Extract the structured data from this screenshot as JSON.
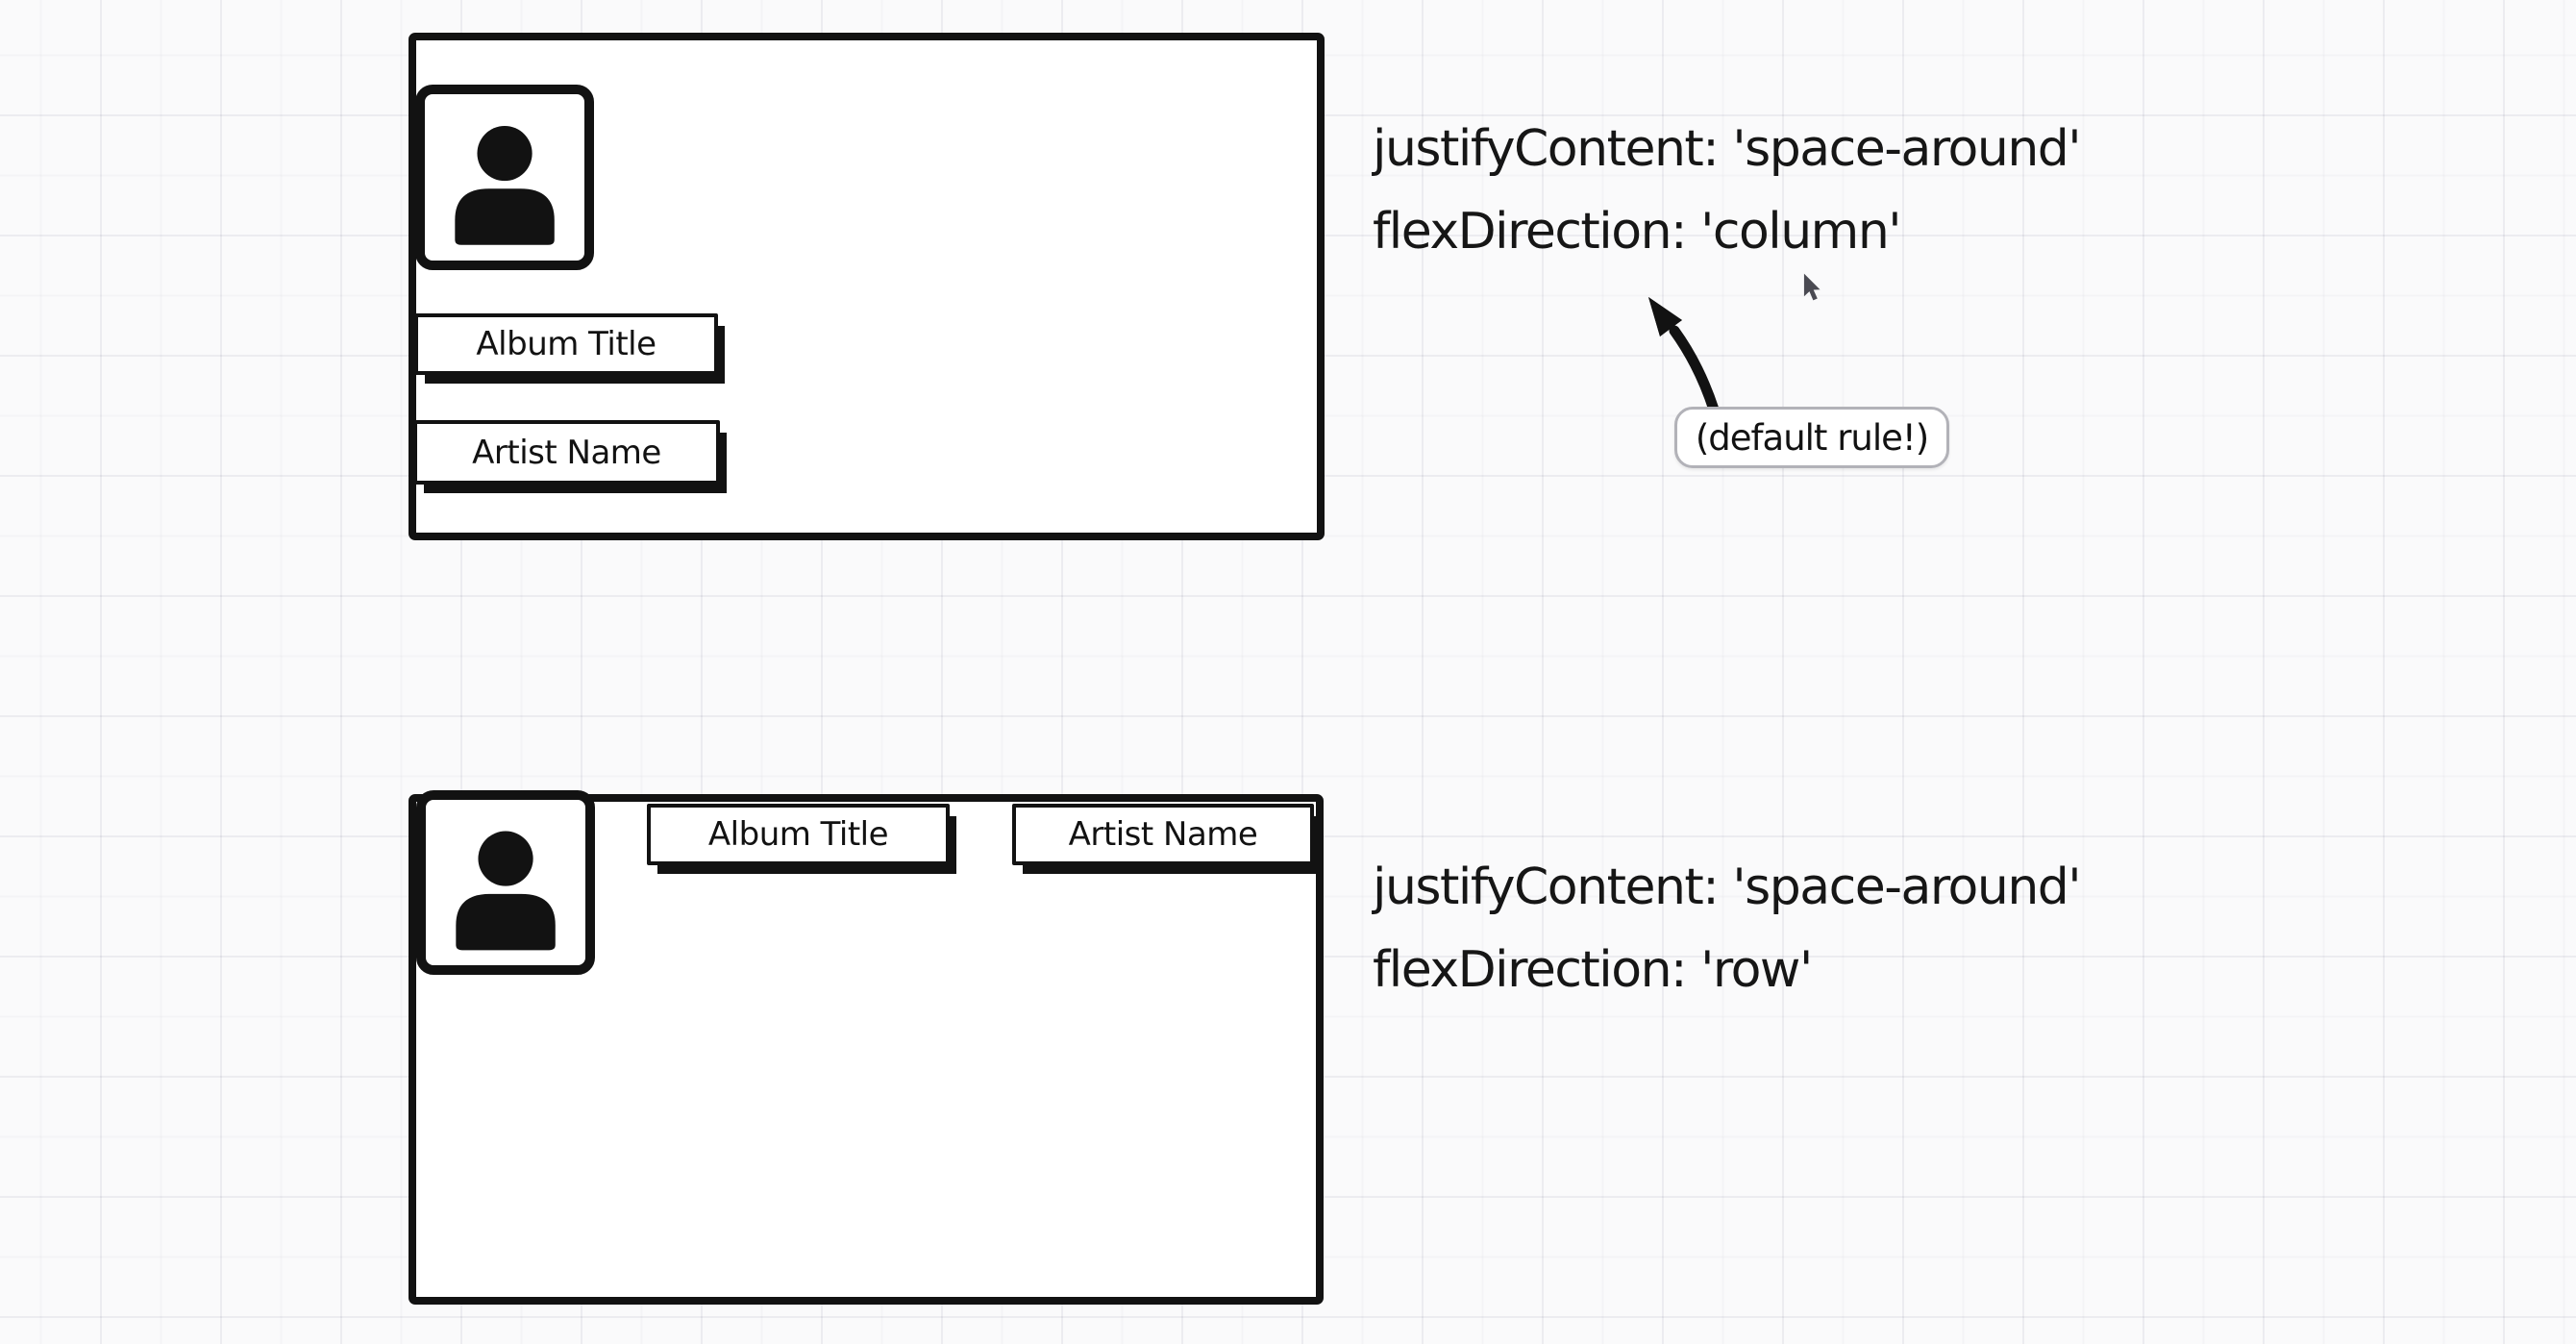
{
  "colors": {
    "ink": "#121212",
    "canvas_background": "#fafafb",
    "grid_line": "#ededf2",
    "callout_border": "#b2b2b8",
    "cursor_fill": "#4a4a52"
  },
  "icons": {
    "avatar": "person-icon",
    "pointer": "mouse-pointer-icon",
    "callout_arrow": "callout-arrow-icon"
  },
  "top_example": {
    "card": {
      "album_button_label": "Album Title",
      "artist_button_label": "Artist Name"
    },
    "annotation": {
      "line1": "justifyContent: 'space-around'",
      "line2": "flexDirection: 'column'"
    },
    "callout_label": "(default rule!)"
  },
  "bottom_example": {
    "card": {
      "album_button_label": "Album Title",
      "artist_button_label": "Artist Name"
    },
    "annotation": {
      "line1": "justifyContent: 'space-around'",
      "line2": "flexDirection: 'row'"
    }
  }
}
